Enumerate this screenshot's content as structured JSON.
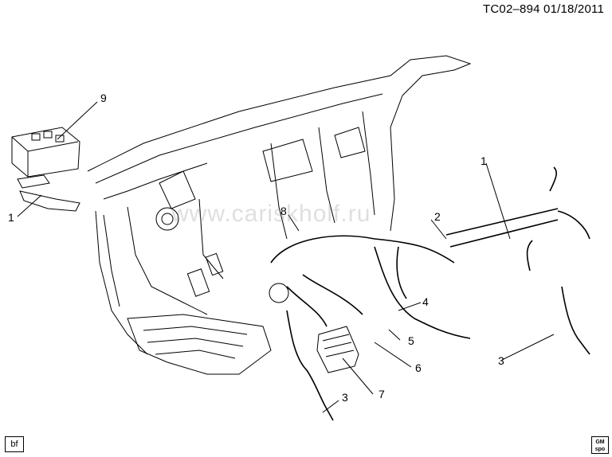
{
  "reference": "TC02–894  01/18/2011",
  "watermark": "www.cariskholf.ru",
  "footer": {
    "left_tag": "bf"
  },
  "logo": {
    "line1": "GM",
    "line2": "spo"
  },
  "callouts": [
    "9",
    "1",
    "8",
    "2",
    "1",
    "4",
    "5",
    "6",
    "3",
    "7",
    "3"
  ],
  "colors": {
    "ink": "#000000",
    "background": "#ffffff",
    "watermark": "#8c8c8c"
  }
}
